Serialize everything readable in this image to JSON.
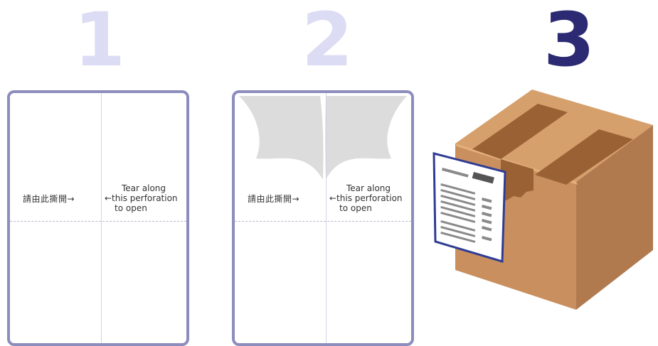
{
  "steps": [
    {
      "number": "1",
      "color": "#dcdcf4"
    },
    {
      "number": "2",
      "color": "#dcdcf4"
    },
    {
      "number": "3",
      "color": "#2b2a72"
    }
  ],
  "panels": [
    {
      "chinese_label": "請由此撕開→",
      "english_lines": [
        "Tear along",
        "←this perforation",
        "to open"
      ]
    },
    {
      "chinese_label": "請由此撕開→",
      "english_lines": [
        "Tear along",
        "←this perforation",
        "to open"
      ]
    }
  ],
  "colors": {
    "panel_border": "#8d8dbd",
    "flap": "#dcdcdc",
    "box_front": "#c98f5f",
    "box_side": "#b17a4e",
    "box_top": "#d6a06d",
    "tape": "#9a6234",
    "label_border": "#2e3c94"
  }
}
